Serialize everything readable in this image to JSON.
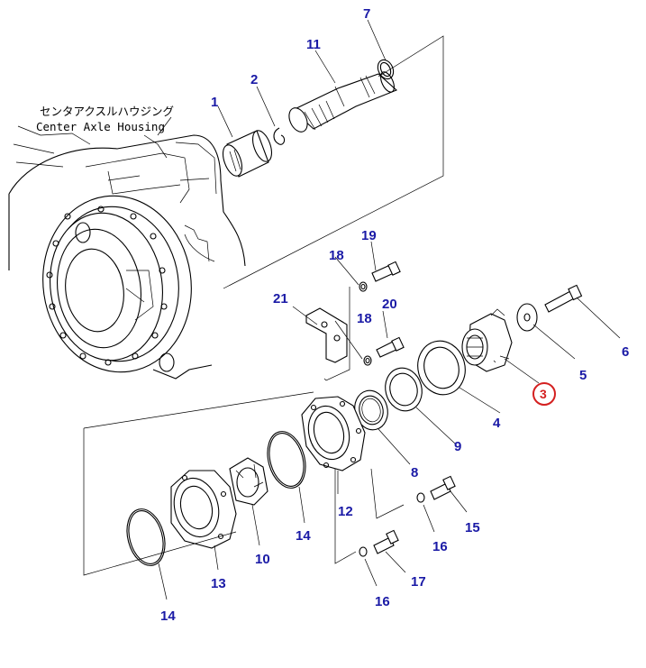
{
  "housing": {
    "label_jp": "センタアクスルハウジング",
    "label_en": "Center Axle Housing"
  },
  "callouts": [
    {
      "id": "c1",
      "text": "1"
    },
    {
      "id": "c2",
      "text": "2"
    },
    {
      "id": "c3",
      "text": "3",
      "highlighted": true
    },
    {
      "id": "c4",
      "text": "4"
    },
    {
      "id": "c5",
      "text": "5"
    },
    {
      "id": "c6",
      "text": "6"
    },
    {
      "id": "c7",
      "text": "7"
    },
    {
      "id": "c8",
      "text": "8"
    },
    {
      "id": "c9",
      "text": "9"
    },
    {
      "id": "c10",
      "text": "10"
    },
    {
      "id": "c11",
      "text": "11"
    },
    {
      "id": "c12",
      "text": "12"
    },
    {
      "id": "c13",
      "text": "13"
    },
    {
      "id": "c14a",
      "text": "14"
    },
    {
      "id": "c14b",
      "text": "14"
    },
    {
      "id": "c15",
      "text": "15"
    },
    {
      "id": "c16a",
      "text": "16"
    },
    {
      "id": "c16b",
      "text": "16"
    },
    {
      "id": "c17",
      "text": "17"
    },
    {
      "id": "c18a",
      "text": "18"
    },
    {
      "id": "c18b",
      "text": "18"
    },
    {
      "id": "c19",
      "text": "19"
    },
    {
      "id": "c20",
      "text": "20"
    },
    {
      "id": "c21",
      "text": "21"
    }
  ],
  "colors": {
    "callout": "#1a1aa6",
    "highlight": "#d42020",
    "ink": "#000000"
  }
}
